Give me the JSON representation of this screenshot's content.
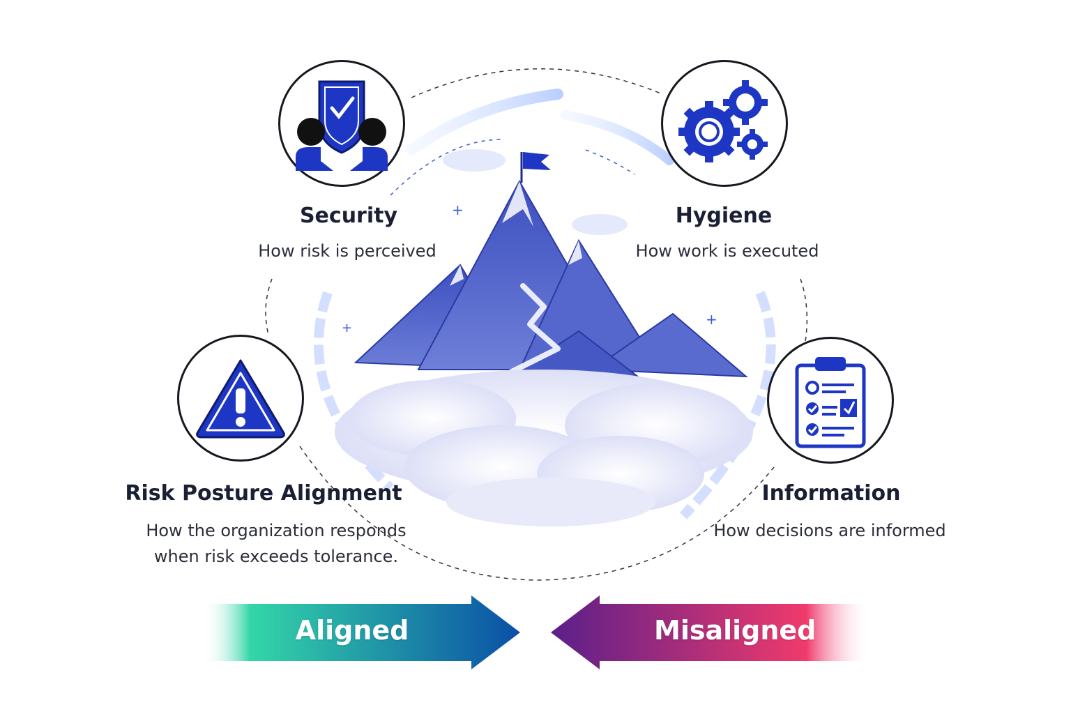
{
  "pillars": {
    "security": {
      "title": "Security",
      "description": "How risk is perceived",
      "icon": "shield-people-icon"
    },
    "hygiene": {
      "title": "Hygiene",
      "description": "How work is executed",
      "icon": "gears-icon"
    },
    "risk_posture": {
      "title": "Risk Posture Alignment",
      "description_line1": "How the organization responds",
      "description_line2": "when risk exceeds tolerance.",
      "icon": "warning-triangle-icon"
    },
    "information": {
      "title": "Information",
      "description": "How decisions are informed",
      "icon": "clipboard-checklist-icon"
    }
  },
  "arrows": {
    "aligned": {
      "label": "Aligned",
      "color_start": "#34d6a8",
      "color_end": "#0a4fa6"
    },
    "misaligned": {
      "label": "Misaligned",
      "color_start": "#5a1f8a",
      "color_end": "#f03a6c"
    }
  },
  "colors": {
    "accent_blue": "#1d36c4",
    "mountain_blue": "#4b5fc7",
    "outline": "#16181f"
  },
  "center_image": "mountain-summit-flag-illustration"
}
